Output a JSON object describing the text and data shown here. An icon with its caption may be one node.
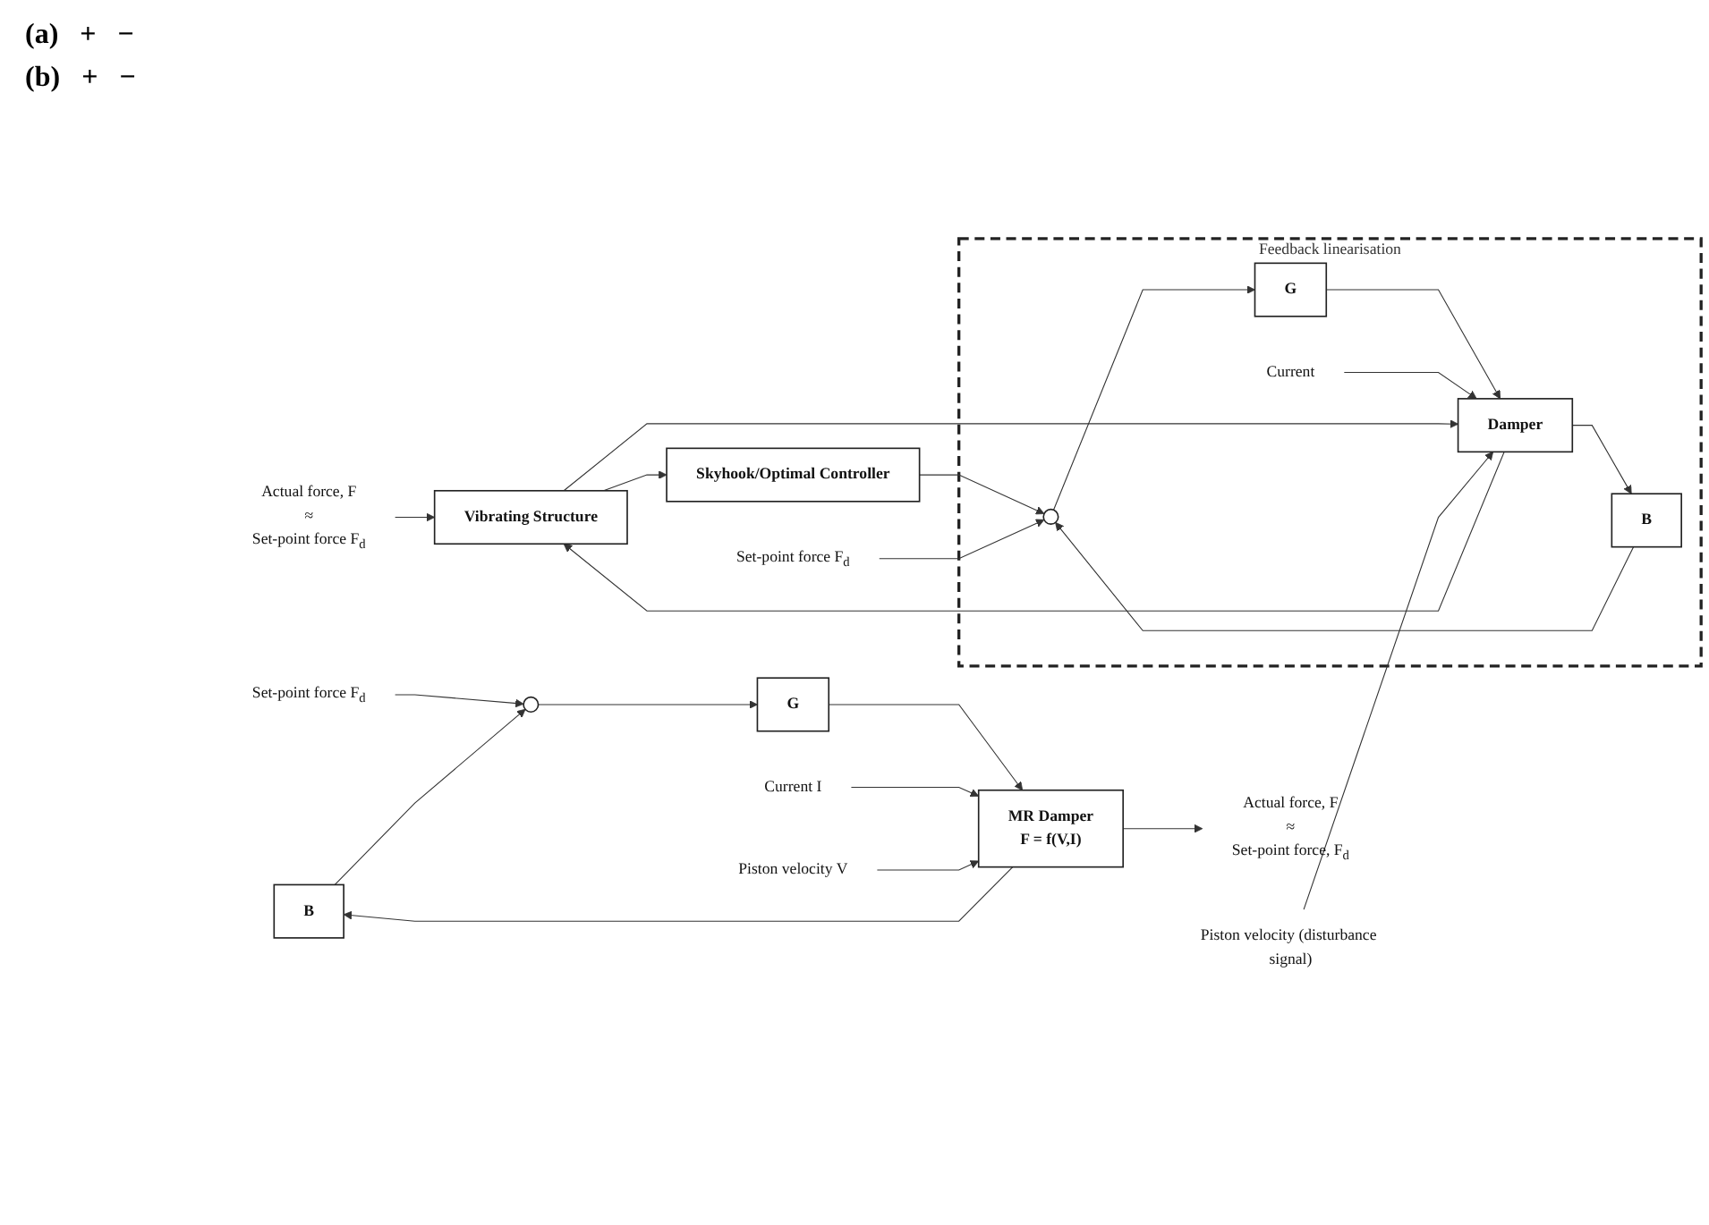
{
  "diagram": {
    "nodes": [
      {
        "text": [
          "Set-point force F$_{d}$"
        ]
      },
      {
        "text": [],
        "shape": "circle"
      },
      {
        "text": [
          "G"
        ]
      },
      {
        "text": [
          "Current I"
        ]
      },
      {
        "text": [
          "MR Damper",
          "F = f(V,I)"
        ]
      },
      {
        "text": [
          "Piston velocity V"
        ]
      },
      {
        "text": [
          "Actual force, F",
          "≈",
          "Set-point force, F$_{d}$"
        ]
      },
      {
        "text": [
          "B"
        ]
      },
      {
        "text": [
          "Skyhook/Optimal Controller"
        ]
      },
      {
        "text": [
          "Feedback linearisation"
        ]
      },
      {
        "text": [],
        "shape": "circle",
        "in": 9
      },
      {
        "text": [
          "G"
        ],
        "in": 9
      },
      {
        "text": [
          "Current"
        ],
        "in": 9
      },
      {
        "text": [
          "Damper"
        ],
        "in": 9
      },
      {
        "text": [
          "B"
        ],
        "in": 9
      },
      {
        "text": [
          "Vibrating Structure"
        ]
      },
      {
        "text": [
          "Set-point force F$_{d}$"
        ]
      },
      {
        "text": [
          "Piston velocity (disturbance signal)"
        ]
      },
      {
        "text": [
          "Actual force, F",
          "≈",
          "Set-point force F$_{d}$"
        ]
      }
    ],
    "edges": [
      {
        "from": 0,
        "to": 1,
        "arrow": "to"
      },
      {
        "from": 1,
        "to": 2,
        "arrow": "to"
      },
      {
        "from": 2,
        "to": 4,
        "arrow": "to"
      },
      {
        "from": 3,
        "to": 4,
        "arrow": "to"
      },
      {
        "from": 5,
        "to": 4,
        "arrow": "to"
      },
      {
        "from": 4,
        "to": 6,
        "arrow": "to"
      },
      {
        "from": 4,
        "to": 7,
        "arrow": "to"
      },
      {
        "from": 7,
        "to": 1,
        "arrow": "to"
      },
      {
        "from": 8,
        "to": 10,
        "arrow": "to"
      },
      {
        "from": 10,
        "to": 11,
        "arrow": "to"
      },
      {
        "from": 11,
        "to": 13,
        "arrow": "to"
      },
      {
        "from": 12,
        "to": 13,
        "arrow": "to"
      },
      {
        "from": 13,
        "to": 15,
        "arrow": "to"
      },
      {
        "from": 13,
        "to": 14,
        "arrow": "to"
      },
      {
        "from": 14,
        "to": 10,
        "arrow": "to"
      },
      {
        "from": 15,
        "to": 8,
        "arrow": "to"
      },
      {
        "from": 15,
        "to": 13,
        "arrow": "to"
      },
      {
        "from": 16,
        "to": 10,
        "arrow": "to"
      },
      {
        "from": 17,
        "to": 13,
        "arrow": "to"
      },
      {
        "from": 18,
        "to": 15,
        "arrow": "to"
      }
    ],
    "labels": [
      "(a)",
      "+",
      "−",
      "(b)",
      "+",
      "−"
    ]
  }
}
